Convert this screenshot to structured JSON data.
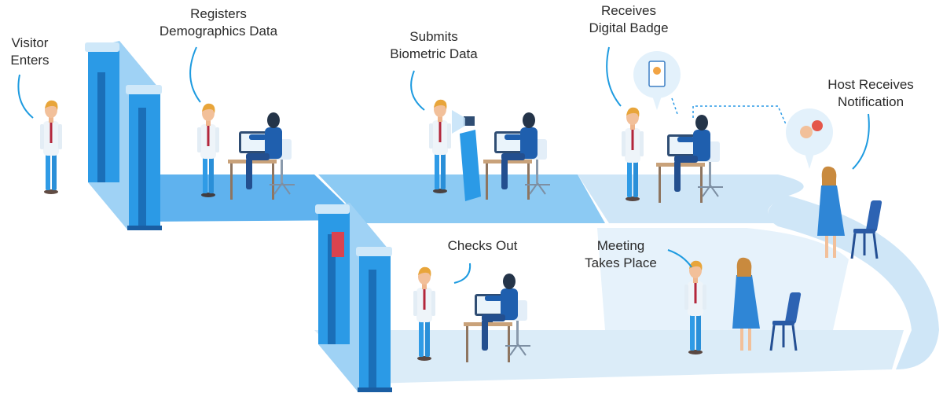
{
  "steps": {
    "visitor_enters": [
      "Visitor",
      "Enters"
    ],
    "registers": [
      "Registers",
      "Demographics Data"
    ],
    "biometric": [
      "Submits",
      "Biometric Data"
    ],
    "badge": [
      "Receives",
      "Digital Badge"
    ],
    "host": [
      "Host Receives",
      "Notification"
    ],
    "checks_out": [
      "Checks Out"
    ],
    "meeting": [
      "Meeting",
      "Takes Place"
    ]
  },
  "colors": {
    "floor_dark": "#5fb2ee",
    "floor_mid": "#8ccaf3",
    "floor_light": "#cfe6f7",
    "gate": "#2b9ae6",
    "callout": "#1e9be0",
    "label_text": "#2b2b2b",
    "host_dress": "#2f86d6"
  }
}
